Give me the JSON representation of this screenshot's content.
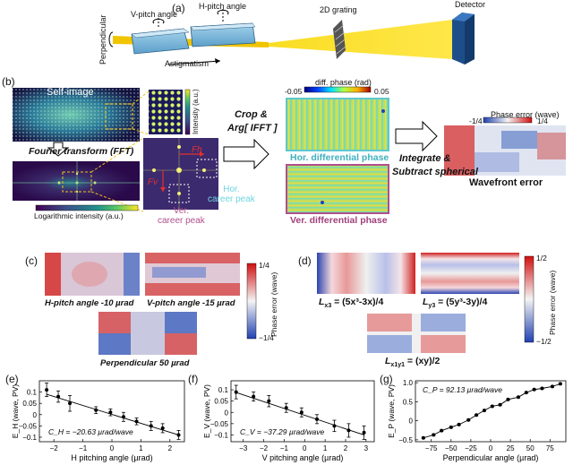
{
  "panel_labels": {
    "a": "(a)",
    "b": "(b)",
    "c": "(c)",
    "d": "(d)",
    "e": "(e)",
    "f": "(f)",
    "g": "(g)"
  },
  "panel_a": {
    "perpendicular": "Perpendicular",
    "v_pitch": "V-pitch angle",
    "h_pitch": "H-pitch angle",
    "astigmatism": "Astigmatism",
    "grating": "2D grating",
    "detector": "Detector"
  },
  "panel_b": {
    "self_image": "Self-image",
    "intensity_axis": "Intensity (a.u.)",
    "fft": "Fourier transform (FFT)",
    "log_intensity": "Logarithmic intensity (a.u.)",
    "fh": "Fh",
    "fv": "Fv",
    "hor_peak": "Hor.\ncareer peak",
    "ver_peak": "Ver.\ncareer peak",
    "crop_line1": "Crop &",
    "crop_line2": "Arg[ IFFT ]",
    "diff_phase": "diff. phase (rad)",
    "diff_min": "-0.05",
    "diff_max": "0.05",
    "hor_diff": "Hor. differential phase",
    "ver_diff": "Ver. differential phase",
    "integrate1": "Integrate &",
    "integrate2": "Subtract spherical",
    "phase_err": "Phase error (wave)",
    "pe_min": "-1/4",
    "pe_max": "1/4",
    "wavefront": "Wavefront error"
  },
  "panel_c": {
    "h_pitch": "H-pitch angle -10 µrad",
    "v_pitch": "V-pitch angle -15 µrad",
    "perp": "Perpendicular 50 µrad",
    "cbar_label": "Phase error (wave)",
    "cbar_max": "1/4",
    "cbar_min": "−1/4"
  },
  "panel_d": {
    "lx3": "L",
    "lx3_sub": "x3",
    "lx3_eq": " = (5x³-3x)/4",
    "ly3": "L",
    "ly3_sub": "y3",
    "ly3_eq": " = (5y³-3y)/4",
    "lxy": "L",
    "lxy_sub": "x1y1",
    "lxy_eq": " = (xy)/2",
    "cbar_label": "Phase error (wave)",
    "cbar_max": "1/2",
    "cbar_min": "−1/2"
  },
  "chart_data": [
    {
      "type": "line",
      "panel": "e",
      "xlabel": "H pitching angle (µrad)",
      "ylabel": "E_H (wave, PV)",
      "annotation": "C_H = −20.63 µrad/wave",
      "xlim": [
        -2.5,
        2.5
      ],
      "ylim": [
        -0.12,
        0.15
      ],
      "xticks": [
        -2,
        -1,
        0,
        1,
        2
      ],
      "yticks": [
        -0.1,
        -0.05,
        0,
        0.05,
        0.1
      ],
      "ytick_labels": [
        "−0.1",
        "−0.05",
        "0",
        "0.05",
        "0.1"
      ],
      "xtick_labels": [
        "−2",
        "−1",
        "0",
        "1",
        "2"
      ],
      "x": [
        -2.25,
        -1.85,
        -1.45,
        -0.55,
        -0.05,
        0.4,
        0.85,
        1.35,
        1.75,
        2.3
      ],
      "y": [
        0.11,
        0.08,
        0.05,
        0.02,
        0.01,
        -0.01,
        -0.03,
        -0.05,
        -0.06,
        -0.09
      ],
      "err": [
        0.03,
        0.025,
        0.035,
        0.015,
        0.015,
        0.02,
        0.015,
        0.02,
        0.02,
        0.02
      ],
      "fit": [
        [
          -2.25,
          0.09
        ],
        [
          2.3,
          -0.09
        ]
      ]
    },
    {
      "type": "line",
      "panel": "f",
      "xlabel": "V pitching angle (µrad)",
      "ylabel": "E_V (wave, PV)",
      "annotation": "C_V = −37.29 µrad/wave",
      "xlim": [
        -3.6,
        3.4
      ],
      "ylim": [
        -0.13,
        0.14
      ],
      "xticks": [
        -3,
        -2,
        -1,
        0,
        1,
        2,
        3
      ],
      "yticks": [
        -0.1,
        -0.05,
        0,
        0.05,
        0.1
      ],
      "ytick_labels": [
        "−0.1",
        "−0.05",
        "0",
        "0.05",
        "0.1"
      ],
      "xtick_labels": [
        "−3",
        "−2",
        "−1",
        "0",
        "1",
        "2",
        "3"
      ],
      "x": [
        -3.35,
        -2.5,
        -1.75,
        -0.9,
        -0.15,
        0.6,
        1.45,
        2.15,
        2.9
      ],
      "y": [
        0.09,
        0.07,
        0.05,
        0.02,
        0.0,
        -0.03,
        -0.06,
        -0.08,
        -0.09
      ],
      "err": [
        0.03,
        0.02,
        0.025,
        0.02,
        0.02,
        0.02,
        0.025,
        0.03,
        0.03
      ],
      "fit": [
        [
          -3.35,
          0.088
        ],
        [
          2.9,
          -0.1
        ]
      ]
    },
    {
      "type": "line",
      "panel": "g",
      "xlabel": "Perpendicular angle (µrad)",
      "ylabel": "E_P (wave, PV)",
      "annotation": "C_P = 92.13 µrad/wave",
      "xlim": [
        -95,
        95
      ],
      "ylim": [
        -0.55,
        1.05
      ],
      "xticks": [
        -75,
        -50,
        -25,
        0,
        25,
        50,
        75
      ],
      "yticks": [
        -0.5,
        0,
        0.5,
        1
      ],
      "ytick_labels": [
        "−0.5",
        "0",
        "0.5",
        "1.0"
      ],
      "xtick_labels": [
        "−75",
        "−50",
        "−25",
        "0",
        "25",
        "50",
        "75"
      ],
      "x": [
        -85,
        -72,
        -62,
        -50,
        -40,
        -28,
        -18,
        -8,
        2,
        12,
        22,
        35,
        45,
        55,
        65,
        78,
        88
      ],
      "y": [
        -0.45,
        -0.37,
        -0.26,
        -0.17,
        -0.1,
        0.02,
        0.15,
        0.27,
        0.38,
        0.42,
        0.56,
        0.62,
        0.74,
        0.82,
        0.85,
        0.9,
        0.97
      ],
      "err": [
        0.02,
        0.02,
        0.02,
        0.02,
        0.02,
        0.02,
        0.02,
        0.02,
        0.02,
        0.02,
        0.02,
        0.02,
        0.02,
        0.02,
        0.02,
        0.02,
        0.02
      ],
      "fit": null
    }
  ]
}
